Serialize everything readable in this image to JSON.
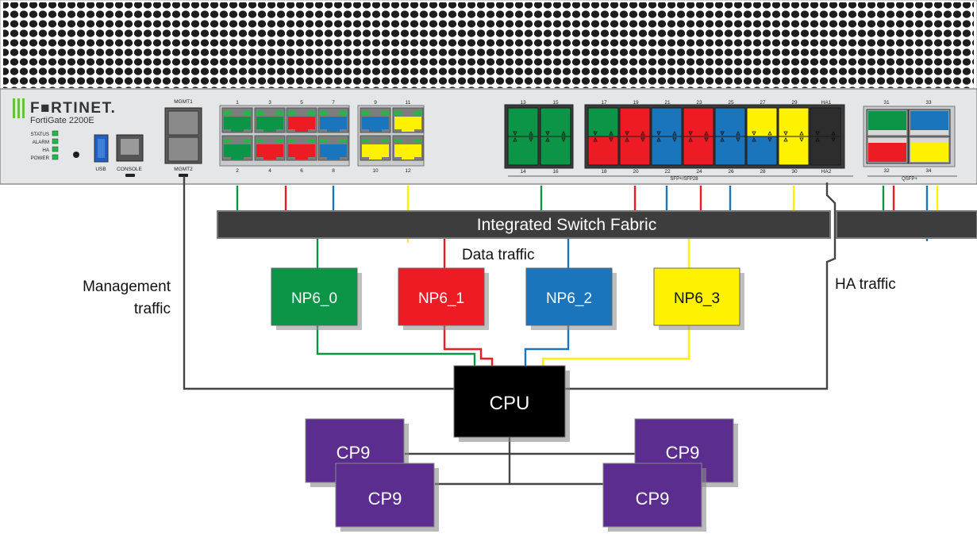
{
  "device": {
    "brand": "F■RTINET.",
    "model": "FortiGate 2200E",
    "leds": [
      "STATUS",
      "ALARM",
      "HA",
      "POWER"
    ],
    "usb_label": "USB",
    "console_label": "CONSOLE",
    "mgmt1_label": "MGMT1",
    "mgmt2_label": "MGMT2",
    "sfp_group_label": "SFP+/SFP28",
    "qsfp_group_label": "QSFP+"
  },
  "ports": {
    "rj45_top": [
      "1",
      "3",
      "5",
      "7"
    ],
    "rj45_bottom": [
      "2",
      "4",
      "6",
      "8"
    ],
    "rj45b_top": [
      "9",
      "11"
    ],
    "rj45b_bottom": [
      "10",
      "12"
    ],
    "sfp_a_top": [
      "13",
      "15"
    ],
    "sfp_a_bottom": [
      "14",
      "16"
    ],
    "sfp_b_top": [
      "17",
      "19",
      "21",
      "23",
      "25",
      "27",
      "29",
      "HA1"
    ],
    "sfp_b_bottom": [
      "18",
      "20",
      "22",
      "24",
      "26",
      "28",
      "30",
      "HA2"
    ],
    "qsfp_top": [
      "31",
      "33"
    ],
    "qsfp_bottom": [
      "32",
      "34"
    ]
  },
  "diagram": {
    "fabric_label": "Integrated Switch Fabric",
    "data_traffic_label": "Data traffic",
    "management_traffic_label": "Management\ntraffic",
    "ha_traffic_label": "HA traffic",
    "np": [
      "NP6_0",
      "NP6_1",
      "NP6_2",
      "NP6_3"
    ],
    "cpu_label": "CPU",
    "cp9_labels": [
      "CP9",
      "CP9",
      "CP9",
      "CP9"
    ]
  },
  "colors": {
    "green": "#0c9447",
    "red": "#ed1c24",
    "blue": "#1b75bc",
    "yellow": "#fff200",
    "purple": "#5b2d8e",
    "dark": "#3d3d3d",
    "panel": "#e5e6e8",
    "cpu": "#000000",
    "line": "#444444"
  }
}
